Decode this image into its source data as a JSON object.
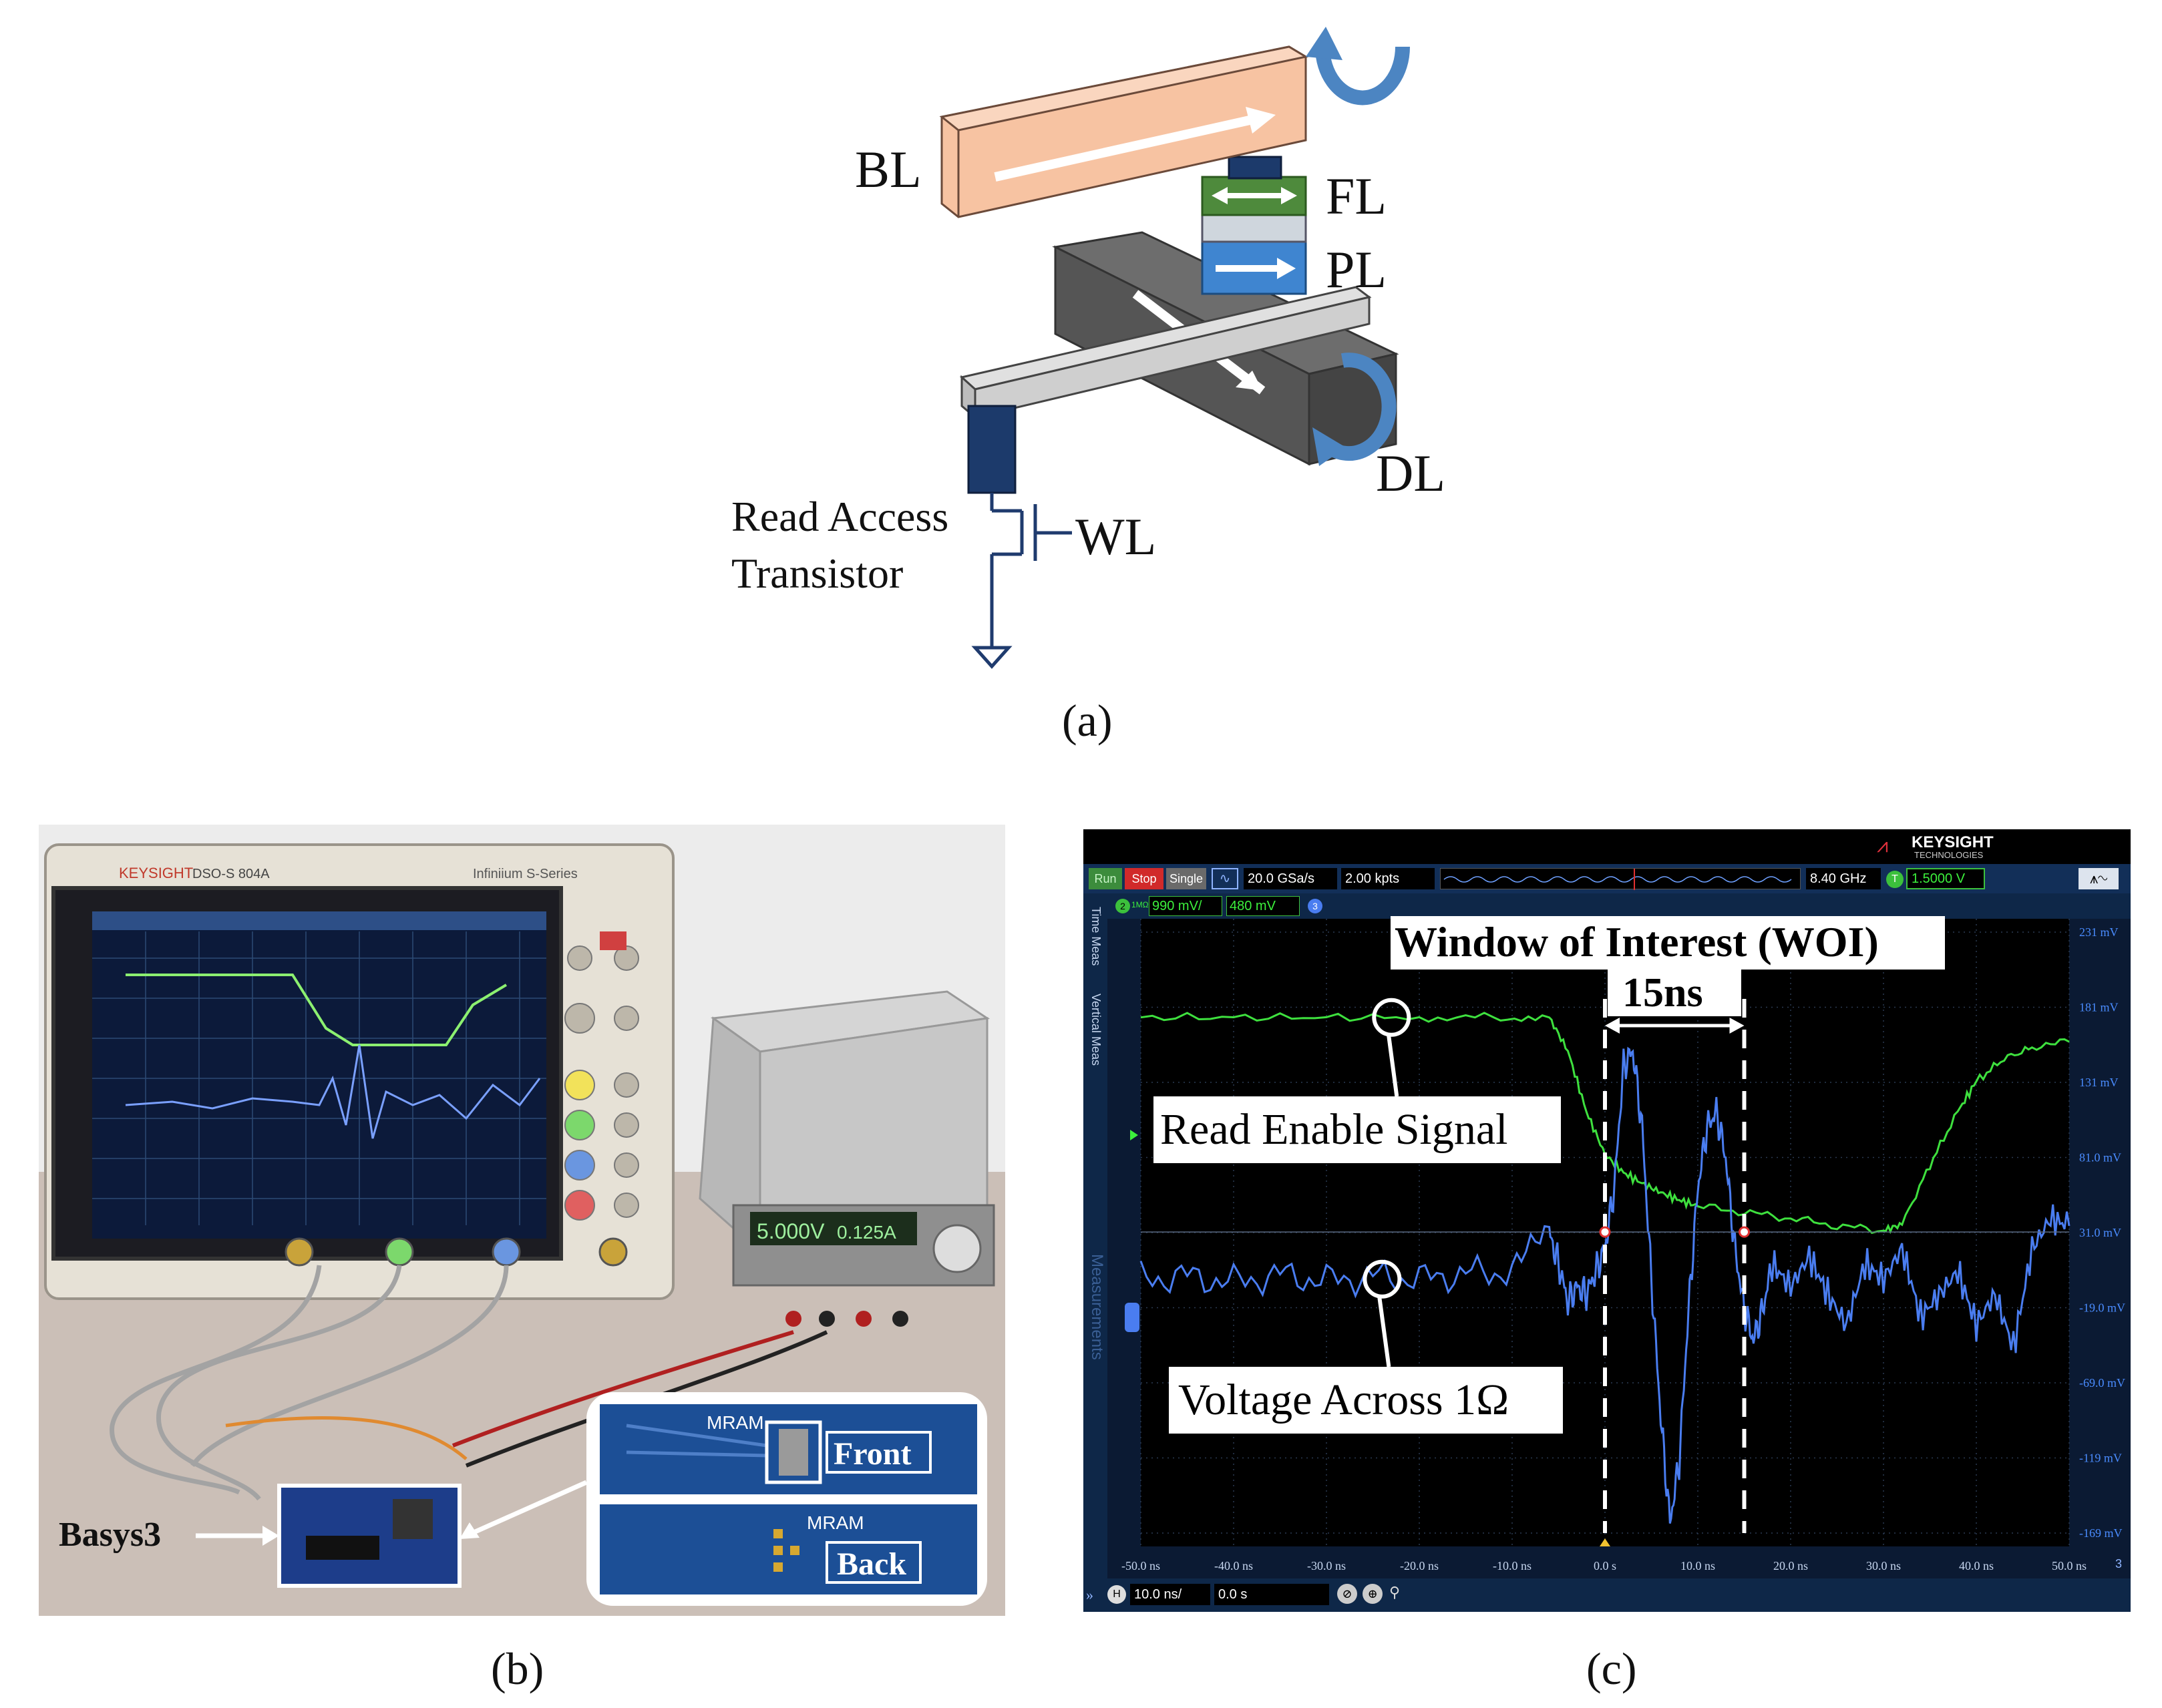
{
  "panel_a": {
    "labels": {
      "bl": "BL",
      "fl": "FL",
      "pl": "PL",
      "dl": "DL",
      "wl": "WL",
      "transistor_line1": "Read Access",
      "transistor_line2": "Transistor"
    },
    "caption": "(a)"
  },
  "panel_b": {
    "scope_brand": "KEYSIGHT",
    "scope_model": "DSO-S 804A",
    "scope_series": "Infiniium  S-Series",
    "psu_display_v": "5.000V",
    "psu_display_a": "0.125A",
    "board_label": "Basys3",
    "inset_front_label": "Front",
    "inset_back_label": "Back",
    "mram_label_front": "MRAM",
    "mram_label_back": "MRAM",
    "caption": "(b)"
  },
  "panel_c": {
    "brand": "KEYSIGHT",
    "brand_sub": "TECHNOLOGIES",
    "toolbar": {
      "run": "Run",
      "stop": "Stop",
      "single": "Single",
      "sample_rate": "20.0 GSa/s",
      "points": "2.00 kpts",
      "bandwidth": "8.40 GHz",
      "trigger_badge": "T",
      "trigger_level": "1.5000 V"
    },
    "channel_bar": {
      "ch2_badge": "2",
      "ch2_impedance": "1MΩ",
      "ch2_scale": "990 mV/",
      "ch2_offset": "480 mV",
      "ch3_badge": "3"
    },
    "side_tabs": [
      "Time Meas",
      "Vertical Meas",
      "Measurements"
    ],
    "woi_title": "Window of Interest (WOI)",
    "woi_width": "15ns",
    "callout_read": "Read Enable Signal",
    "callout_voltage": "Voltage Across 1Ω",
    "bottom_bar": {
      "h_badge": "H",
      "timebase": "10.0 ns/",
      "delay": "0.0 s"
    },
    "page_indicator": "3",
    "caption": "(c)"
  },
  "chart_data": {
    "type": "line",
    "x_unit": "ns",
    "x_ticks": [
      "-50.0 ns",
      "-40.0 ns",
      "-30.0 ns",
      "-20.0 ns",
      "-10.0 ns",
      "0.0 s",
      "10.0 ns",
      "20.0 ns",
      "30.0 ns",
      "40.0 ns",
      "50.0 ns"
    ],
    "y_ticks_right": [
      "231 mV",
      "181 mV",
      "131 mV",
      "81.0 mV",
      "31.0 mV",
      "-19.0 mV",
      "-69.0 mV",
      "-119 mV",
      "-169 mV"
    ],
    "xlim": [
      -50,
      50
    ],
    "ylim": [
      -169,
      231
    ],
    "woi_range": [
      0,
      15
    ],
    "series": [
      {
        "name": "Read Enable Signal",
        "color": "#3ee03e",
        "x": [
          -50,
          -40,
          -30,
          -20,
          -12,
          -6,
          -4,
          -2,
          0,
          2,
          4,
          6,
          8,
          10,
          15,
          20,
          25,
          30,
          32,
          35,
          38,
          40,
          43,
          46,
          50
        ],
        "y": [
          172,
          172,
          172,
          172,
          172,
          172,
          150,
          110,
          82,
          70,
          63,
          57,
          52,
          48,
          44,
          40,
          35,
          32,
          36,
          75,
          110,
          130,
          145,
          152,
          156
        ]
      },
      {
        "name": "Voltage Across 1Ω",
        "color": "#4a7df0",
        "x": [
          -50,
          -45,
          -40,
          -35,
          -30,
          -25,
          -20,
          -15,
          -10,
          -6,
          -5,
          -4,
          -3,
          -2,
          -1,
          0,
          1,
          2,
          3,
          4,
          5,
          6,
          7,
          8,
          9,
          10,
          11,
          12,
          13,
          14,
          15,
          16,
          17,
          18,
          20,
          22,
          24,
          26,
          28,
          30,
          32,
          34,
          36,
          38,
          40,
          42,
          44,
          46,
          48,
          50
        ],
        "y": [
          0,
          2,
          -2,
          3,
          -1,
          2,
          0,
          4,
          5,
          30,
          10,
          -15,
          -5,
          -10,
          5,
          20,
          60,
          140,
          150,
          100,
          0,
          -90,
          -160,
          -120,
          -20,
          60,
          100,
          110,
          80,
          20,
          -20,
          -40,
          -20,
          10,
          -5,
          15,
          -10,
          -30,
          10,
          0,
          20,
          -25,
          -10,
          5,
          -30,
          -10,
          -45,
          20,
          40,
          35
        ]
      }
    ]
  }
}
